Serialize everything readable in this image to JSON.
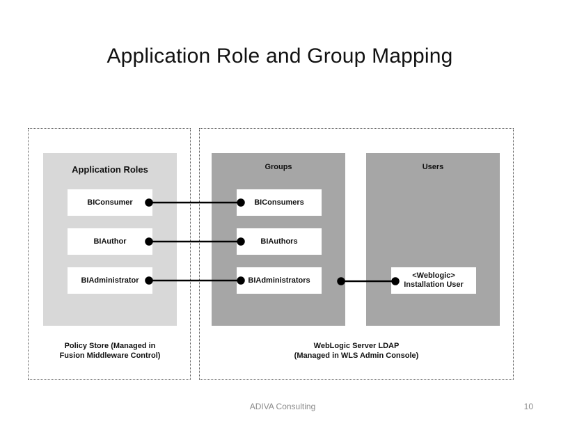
{
  "slide": {
    "title": "Application Role and Group Mapping",
    "footer_company": "ADIVA Consulting",
    "page_number": "10"
  },
  "diagram": {
    "application_roles": {
      "title": "Application Roles",
      "items": [
        "BIConsumer",
        "BIAuthor",
        "BIAdministrator"
      ]
    },
    "groups": {
      "title": "Groups",
      "items": [
        "BIConsumers",
        "BIAuthors",
        "BIAdministrators"
      ]
    },
    "users": {
      "title": "Users",
      "items": [
        "<Weblogic>\nInstallation User"
      ]
    },
    "captions": {
      "policy_store": "Policy Store (Managed in\nFusion Middleware Control)",
      "weblogic_ldap": "WebLogic Server LDAP\n(Managed in WLS Admin Console)"
    }
  }
}
